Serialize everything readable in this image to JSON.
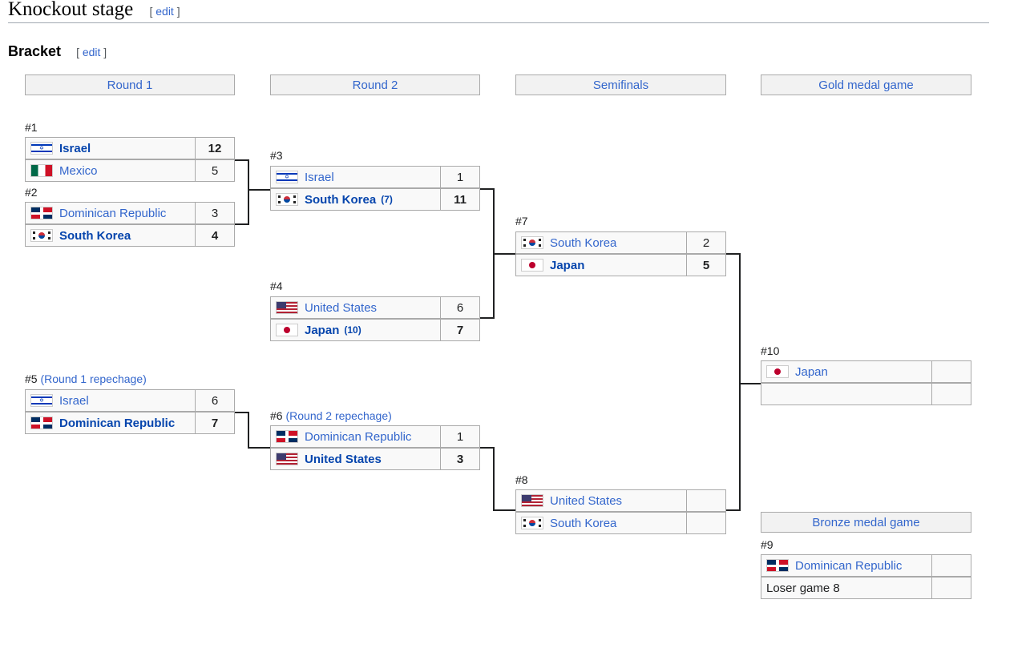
{
  "page": {
    "heading": "Knockout stage",
    "heading_edit": "edit",
    "subheading": "Bracket",
    "subheading_edit": "edit"
  },
  "rounds": [
    "Round 1",
    "Round 2",
    "Semifinals",
    "Gold medal game"
  ],
  "bronze_header": "Bronze medal game",
  "matches": {
    "m1": {
      "label": "#1",
      "t1": "Israel",
      "s1": "12",
      "t2": "Mexico",
      "s2": "5"
    },
    "m2": {
      "label": "#2",
      "t1": "Dominican Republic",
      "s1": "3",
      "t2": "South Korea",
      "s2": "4"
    },
    "m3": {
      "label": "#3",
      "t1": "Israel",
      "s1": "1",
      "t2": "South Korea",
      "seed2": "(7)",
      "s2": "11"
    },
    "m4": {
      "label": "#4",
      "t1": "United States",
      "s1": "6",
      "t2": "Japan",
      "seed2": "(10)",
      "s2": "7"
    },
    "m5": {
      "label": "#5",
      "label_link": "(Round 1 repechage)",
      "t1": "Israel",
      "s1": "6",
      "t2": "Dominican Republic",
      "s2": "7"
    },
    "m6": {
      "label": "#6",
      "label_link": "(Round 2 repechage)",
      "t1": "Dominican Republic",
      "s1": "1",
      "t2": "United States",
      "s2": "3"
    },
    "m7": {
      "label": "#7",
      "t1": "South Korea",
      "s1": "2",
      "t2": "Japan",
      "s2": "5"
    },
    "m8": {
      "label": "#8",
      "t1": "United States",
      "s1": "",
      "t2": "South Korea",
      "s2": ""
    },
    "m9": {
      "label": "#9",
      "t1": "Dominican Republic",
      "s1": "",
      "t2": "Loser game 8",
      "s2": ""
    },
    "m10": {
      "label": "#10",
      "t1": "Japan",
      "s1": "",
      "t2": "",
      "s2": ""
    }
  },
  "flags": {
    "israel": "israel-flag-icon",
    "mexico": "mexico-flag-icon",
    "dominican_republic": "dominican-republic-flag-icon",
    "south_korea": "south-korea-flag-icon",
    "united_states": "united-states-flag-icon",
    "japan": "japan-flag-icon"
  },
  "colors": {
    "link": "#3366cc",
    "winner_link": "#0645ad",
    "header_bg": "#f2f2f2",
    "cell_bg": "#f9f9f9",
    "border": "#aaaaaa"
  }
}
